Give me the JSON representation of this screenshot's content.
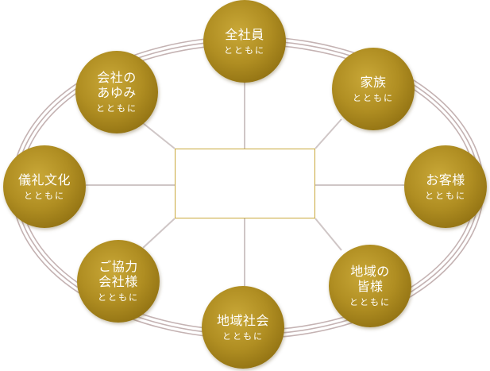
{
  "nodes": [
    {
      "id": "all-staff",
      "title": "全社員",
      "sub": "とともに"
    },
    {
      "id": "family",
      "title": "家族",
      "sub": "とともに"
    },
    {
      "id": "customers",
      "title": "お客様",
      "sub": "とともに"
    },
    {
      "id": "local-people",
      "title": "地域の\n皆様",
      "sub": "とともに"
    },
    {
      "id": "local-society",
      "title": "地域社会",
      "sub": "とともに"
    },
    {
      "id": "partners",
      "title": "ご協力\n会社様",
      "sub": "とともに"
    },
    {
      "id": "etiquette-culture",
      "title": "儀礼文化",
      "sub": "とともに"
    },
    {
      "id": "company-history",
      "title": "会社の\nあゆみ",
      "sub": "とともに"
    }
  ],
  "center": {
    "label": ""
  },
  "colors": {
    "gold_light": "#c9a838",
    "gold_dark": "#7a5d08",
    "ring": "#c4b2b2",
    "connector": "#cfc6c6",
    "box_border": "#c9a83a"
  }
}
